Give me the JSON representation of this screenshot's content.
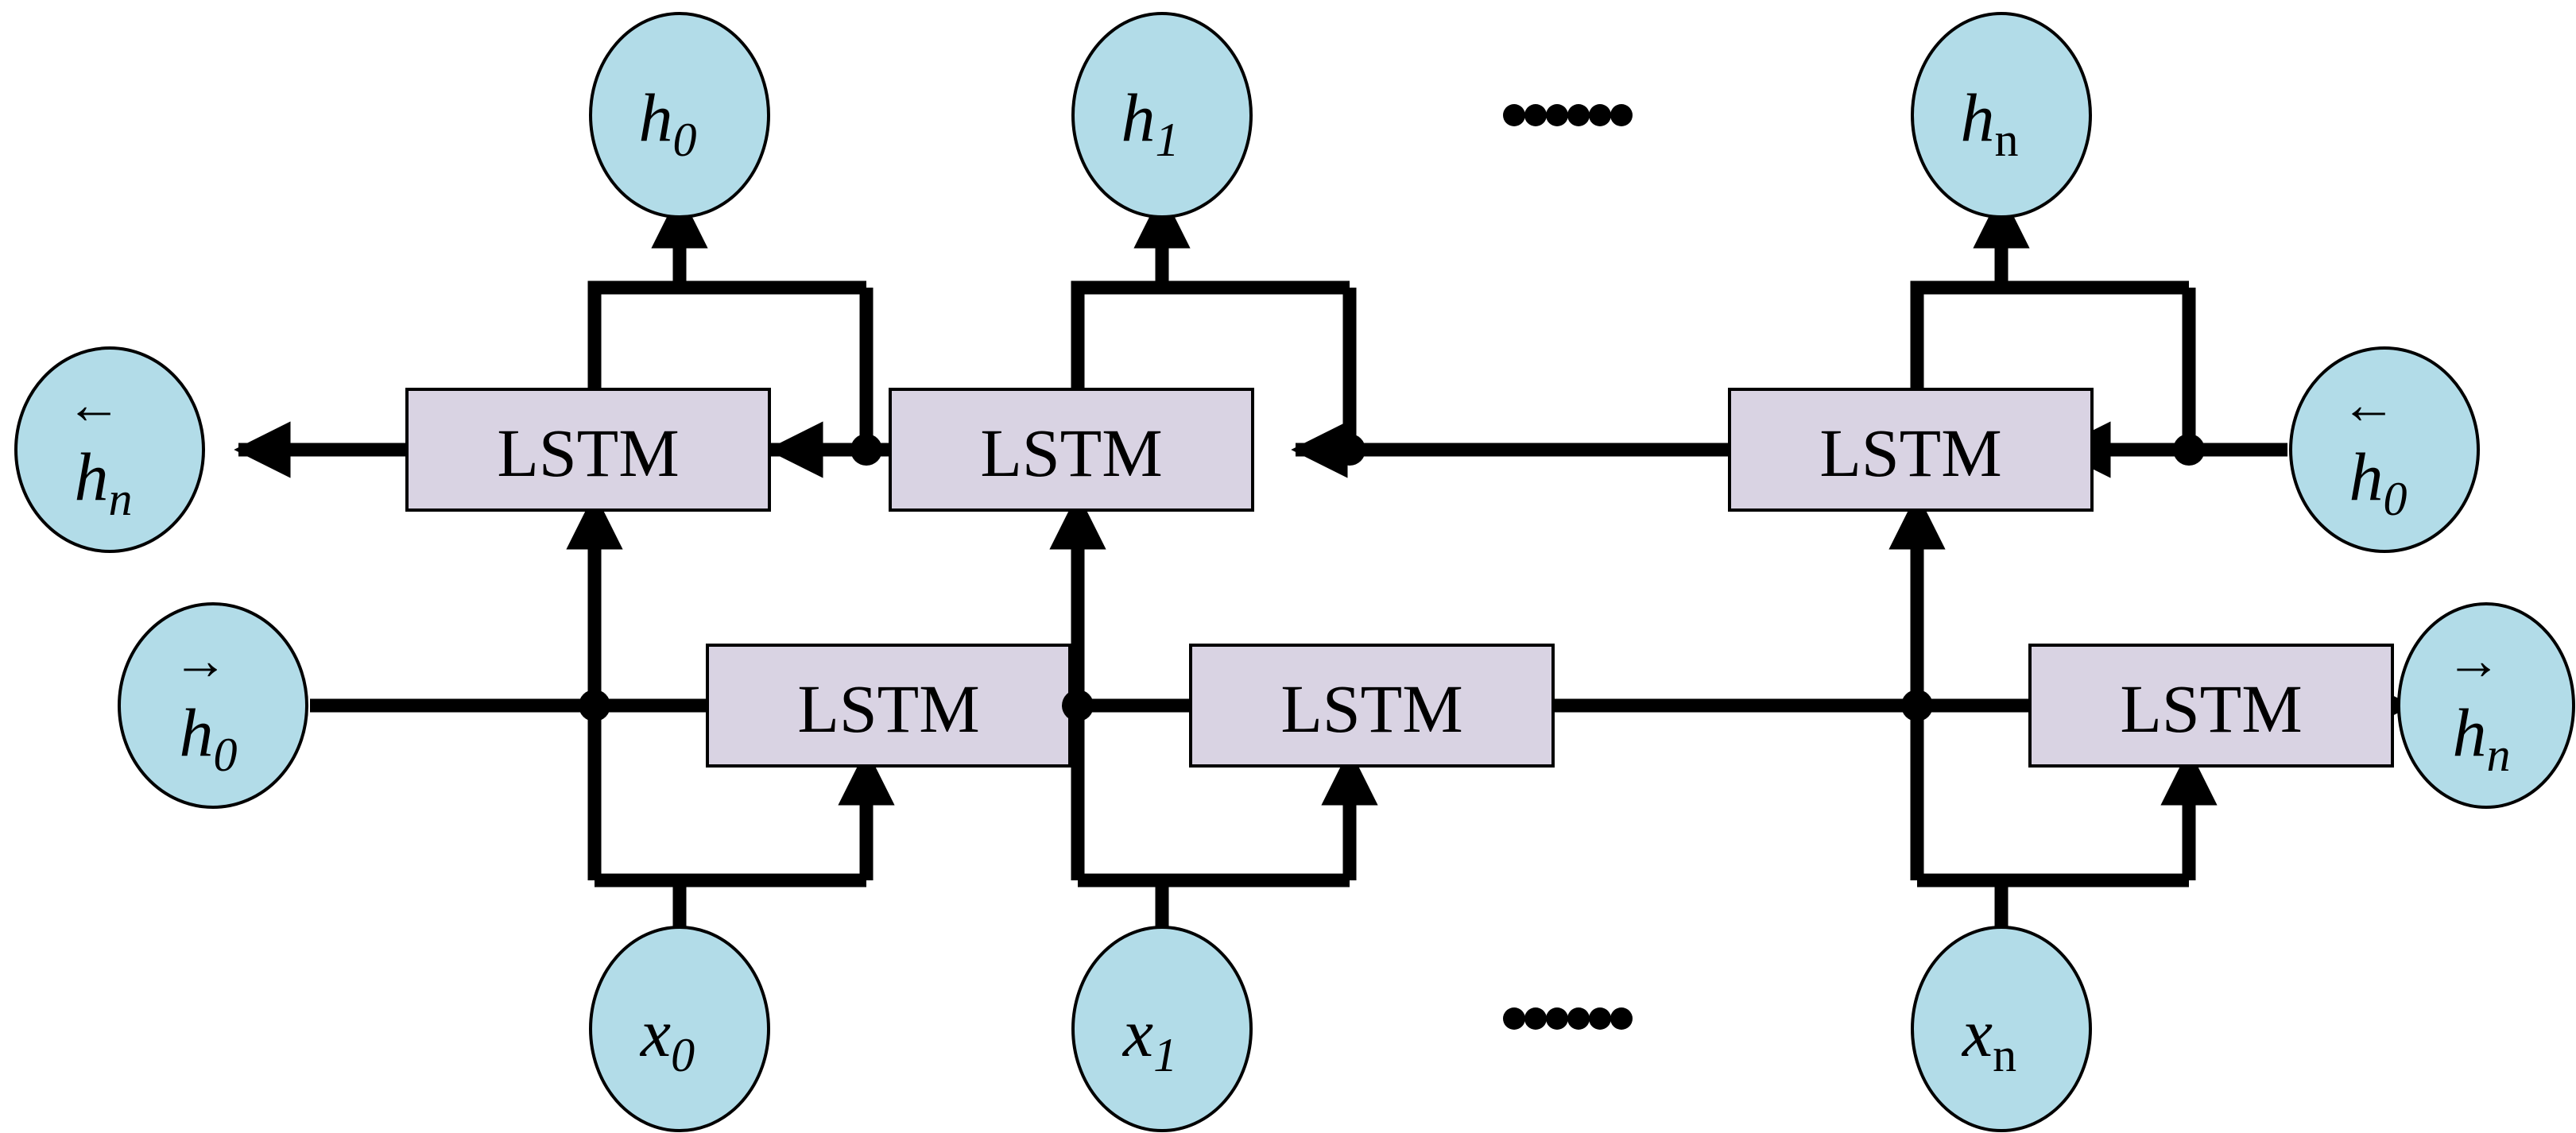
{
  "figure": {
    "title": "Bidirectional LSTM (BiLSTM) unrolled architecture",
    "colors": {
      "node_fill": "#b2dce8",
      "cell_fill": "#d9d3e3",
      "stroke": "#000000",
      "background": "#ffffff"
    }
  },
  "cells": {
    "label": "LSTM",
    "backward_row": [
      {
        "name": "backward-lstm-0",
        "label": "LSTM"
      },
      {
        "name": "backward-lstm-1",
        "label": "LSTM"
      },
      {
        "name": "backward-lstm-n",
        "label": "LSTM"
      }
    ],
    "forward_row": [
      {
        "name": "forward-lstm-0",
        "label": "LSTM"
      },
      {
        "name": "forward-lstm-1",
        "label": "LSTM"
      },
      {
        "name": "forward-lstm-n",
        "label": "LSTM"
      }
    ]
  },
  "outputs": [
    {
      "name": "output-h0",
      "base": "h",
      "sub": "0",
      "sub_style": "italic"
    },
    {
      "name": "output-h1",
      "base": "h",
      "sub": "1",
      "sub_style": "italic"
    },
    {
      "name": "output-hn",
      "base": "h",
      "sub": "n",
      "sub_style": "roman"
    }
  ],
  "inputs": [
    {
      "name": "input-x0",
      "base": "x",
      "sub": "0",
      "sub_style": "italic"
    },
    {
      "name": "input-x1",
      "base": "x",
      "sub": "1",
      "sub_style": "italic"
    },
    {
      "name": "input-xn",
      "base": "x",
      "sub": "n",
      "sub_style": "roman"
    }
  ],
  "states": {
    "backward_output": {
      "name": "backward-state-hn",
      "arrow": "←",
      "base": "h",
      "sub": "n",
      "sub_style": "italic"
    },
    "backward_input": {
      "name": "backward-state-h0",
      "arrow": "←",
      "base": "h",
      "sub": "0",
      "sub_style": "italic"
    },
    "forward_input": {
      "name": "forward-state-h0",
      "arrow": "→",
      "base": "h",
      "sub": "0",
      "sub_style": "italic"
    },
    "forward_output": {
      "name": "forward-state-hn",
      "arrow": "→",
      "base": "h",
      "sub": "n",
      "sub_style": "italic"
    }
  },
  "ellipses": [
    {
      "name": "ellipsis-top",
      "text": "······",
      "dots": 6
    },
    {
      "name": "ellipsis-bottom",
      "text": "······",
      "dots": 6
    }
  ]
}
